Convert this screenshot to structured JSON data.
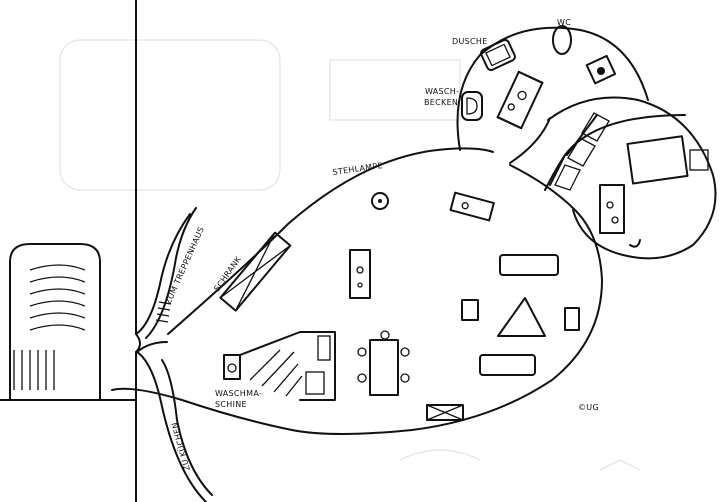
{
  "labels": {
    "shower": "DUSCHE",
    "wc": "WC",
    "sink_line1": "WASCH-",
    "sink_line2": "BECKEN",
    "floor_lamp": "STEHLAMPE",
    "wardrobe": "SCHRANK",
    "to_stairwell": "ZUM TREPPENHAUS",
    "to_kitchen": "ZU KÜCHEN",
    "washer_line1": "WASCHMA-",
    "washer_line2": "SCHINE",
    "signature": "©UG"
  },
  "colors": {
    "ink": "#111111",
    "paper": "#ffffff"
  }
}
